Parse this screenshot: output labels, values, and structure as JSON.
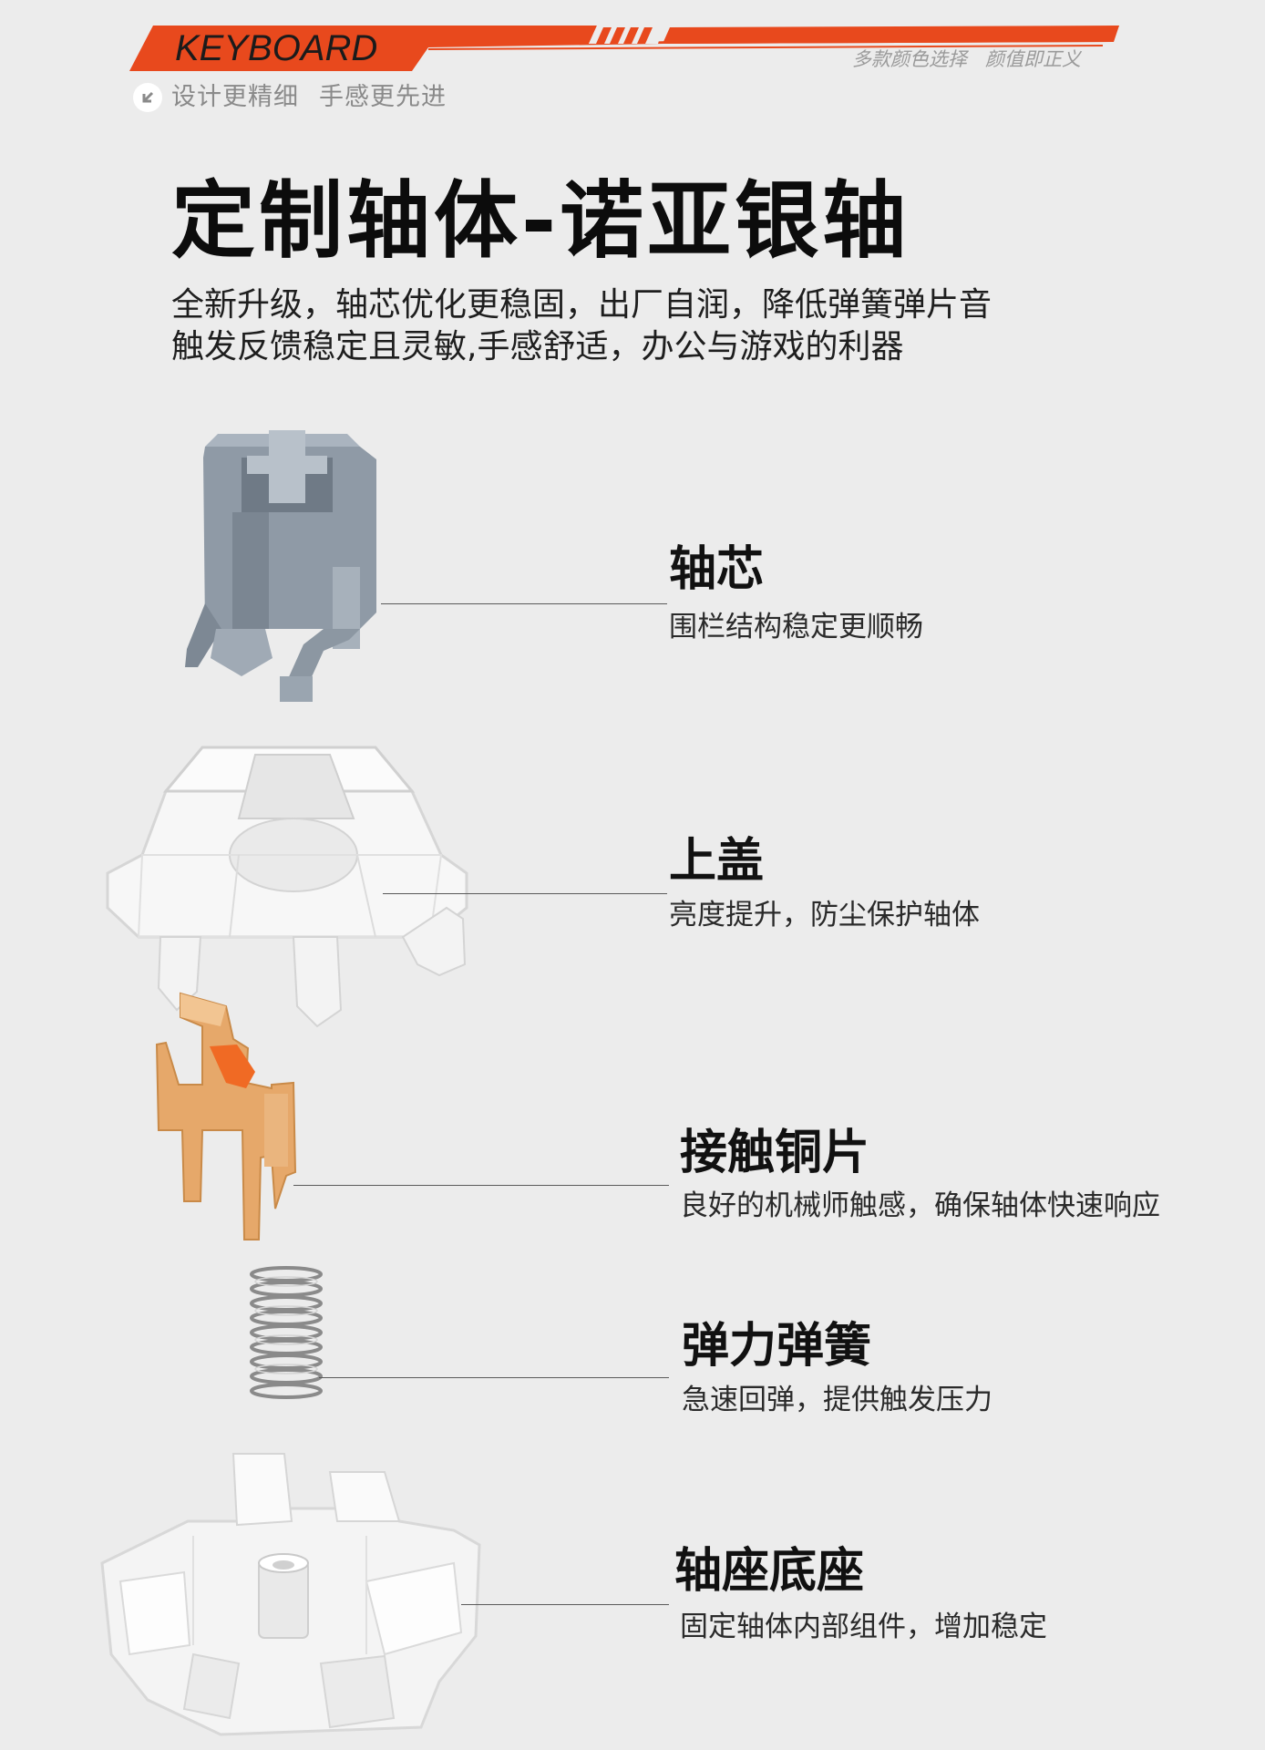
{
  "header": {
    "brand": "KEYBOARD",
    "tagline": "多款颜色选择   颜值即正义",
    "subtitle_1": "设计更精细",
    "subtitle_2": "手感更先进",
    "accent_color": "#e8491d"
  },
  "title": "定制轴体-诺亚银轴",
  "intro": {
    "line1": "全新升级，轴芯优化更稳固，出厂自润，降低弹簧弹片音",
    "line2": "触发反馈稳定且灵敏,手感舒适，办公与游戏的利器"
  },
  "parts": [
    {
      "name": "轴芯",
      "desc": "围栏结构稳定更顺畅"
    },
    {
      "name": "上盖",
      "desc": "亮度提升，防尘保护轴体"
    },
    {
      "name": "接触铜片",
      "desc": "良好的机械师触感，确保轴体快速响应"
    },
    {
      "name": "弹力弹簧",
      "desc": "急速回弹，提供触发压力"
    },
    {
      "name": "轴座底座",
      "desc": "固定轴体内部组件，增加稳定"
    }
  ]
}
